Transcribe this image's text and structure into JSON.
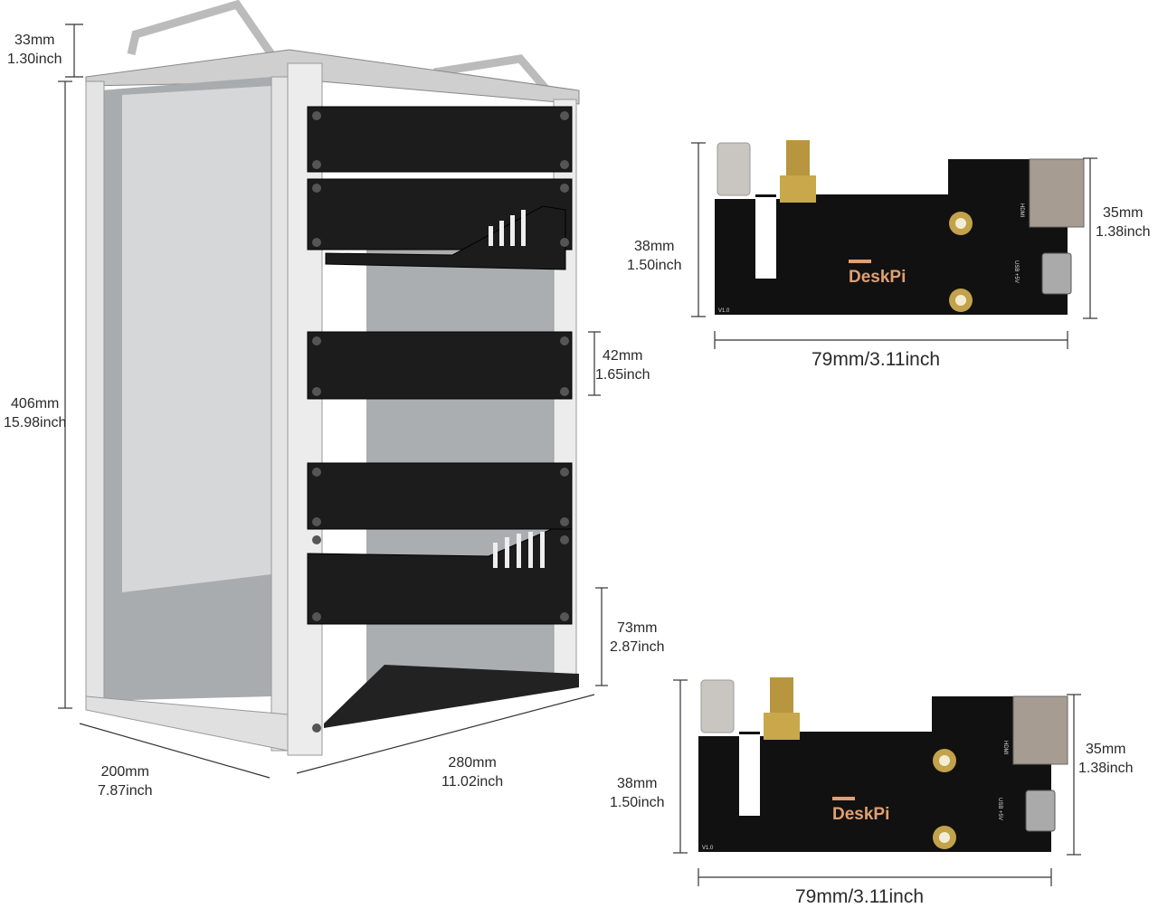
{
  "rack": {
    "handle_height": {
      "mm": "33mm",
      "inch": "1.30inch"
    },
    "height": {
      "mm": "406mm",
      "inch": "15.98inch"
    },
    "width": {
      "mm": "200mm",
      "inch": "7.87inch"
    },
    "depth": {
      "mm": "280mm",
      "inch": "11.02inch"
    },
    "slot_height": {
      "mm": "42mm",
      "inch": "1.65inch"
    },
    "shelf_height": {
      "mm": "73mm",
      "inch": "2.87inch"
    }
  },
  "boards": [
    {
      "brand": "DeskPi",
      "version": "V1.0",
      "port_labels": [
        "HDMI",
        "USB +5V"
      ],
      "height": {
        "mm": "38mm",
        "inch": "1.50inch"
      },
      "tab_height": {
        "mm": "35mm",
        "inch": "1.38inch"
      },
      "length": "79mm/3.11inch"
    },
    {
      "brand": "DeskPi",
      "version": "V1.0",
      "port_labels": [
        "HDMI",
        "USB +5V"
      ],
      "height": {
        "mm": "38mm",
        "inch": "1.50inch"
      },
      "tab_height": {
        "mm": "35mm",
        "inch": "1.38inch"
      },
      "length": "79mm/3.11inch"
    }
  ],
  "colors": {
    "board": "#111111",
    "brand_text": "#e0a070",
    "frame": "#d8d8d8",
    "panel": "#1c1c1c"
  }
}
